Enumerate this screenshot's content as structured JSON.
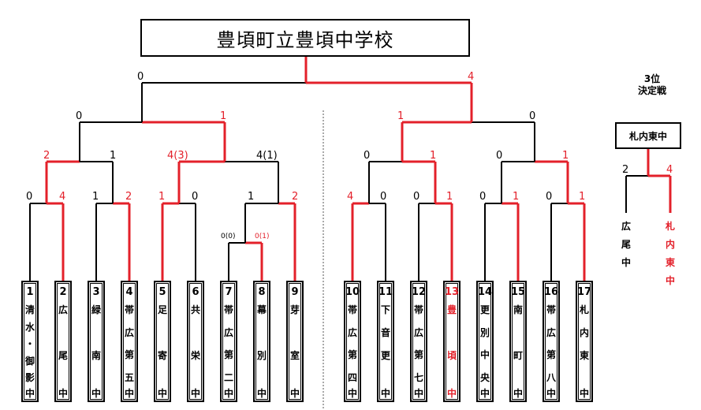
{
  "title": "豊頃町立豊頃中学校",
  "third_place": {
    "title_lines": [
      "3位",
      "決定戦"
    ],
    "winner_box": "札内東中",
    "score_left": "2",
    "score_right": "4",
    "left_team": "広尾中",
    "right_team": "札内東中"
  },
  "teams": [
    {
      "num": "1",
      "name": "清水・御影中",
      "winner": false
    },
    {
      "num": "2",
      "name": "広尾中",
      "winner": false
    },
    {
      "num": "3",
      "name": "緑南中",
      "winner": false
    },
    {
      "num": "4",
      "name": "帯広第五中",
      "winner": false
    },
    {
      "num": "5",
      "name": "足寄中",
      "winner": false
    },
    {
      "num": "6",
      "name": "共栄中",
      "winner": false
    },
    {
      "num": "7",
      "name": "帯広第二中",
      "winner": false
    },
    {
      "num": "8",
      "name": "幕別中",
      "winner": false
    },
    {
      "num": "9",
      "name": "芽室中",
      "winner": false
    },
    {
      "num": "10",
      "name": "帯広第四中",
      "winner": false
    },
    {
      "num": "11",
      "name": "下音更中",
      "winner": false
    },
    {
      "num": "12",
      "name": "帯広第七中",
      "winner": false
    },
    {
      "num": "13",
      "name": "豊頃中",
      "winner": true
    },
    {
      "num": "14",
      "name": "更別中央中",
      "winner": false
    },
    {
      "num": "15",
      "name": "南町中",
      "winner": false
    },
    {
      "num": "16",
      "name": "帯広第八中",
      "winner": false
    },
    {
      "num": "17",
      "name": "札内東中",
      "winner": false
    }
  ],
  "scores": {
    "r1_1": [
      "0",
      "4"
    ],
    "r1_2": [
      "1",
      "2"
    ],
    "r1_3": [
      "1",
      "0"
    ],
    "r1_4": [
      "1",
      "2"
    ],
    "r0_78": [
      "0(0)",
      "0(1)"
    ],
    "r1_5": [
      "4",
      "0"
    ],
    "r1_6": [
      "0",
      "1"
    ],
    "r1_7": [
      "0",
      "1"
    ],
    "r1_8": [
      "0",
      "1"
    ],
    "qf_1": [
      "2",
      "1"
    ],
    "qf_2": [
      "4(3)",
      "4(1)"
    ],
    "qf_3": [
      "0",
      "1"
    ],
    "qf_4": [
      "0",
      "1"
    ],
    "sf_1": [
      "0",
      "1"
    ],
    "sf_2": [
      "1",
      "0"
    ],
    "final": [
      "0",
      "4"
    ]
  },
  "colors": {
    "win": "#e3202a",
    "line": "#000000"
  }
}
